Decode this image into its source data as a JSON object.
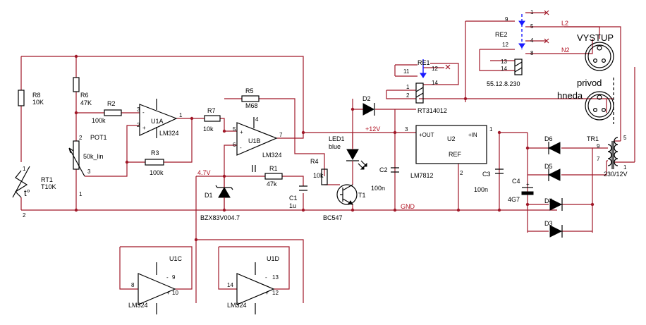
{
  "components": {
    "R8": {
      "ref": "R8",
      "value": "10K"
    },
    "R6": {
      "ref": "R6",
      "value": "47K"
    },
    "R2": {
      "ref": "R2",
      "value": "100k"
    },
    "R3": {
      "ref": "R3",
      "value": "100k"
    },
    "R7": {
      "ref": "R7",
      "value": "10k"
    },
    "R5": {
      "ref": "R5",
      "value": "M68"
    },
    "R1": {
      "ref": "R1",
      "value": "47k"
    },
    "R4": {
      "ref": "R4",
      "value": "10k"
    },
    "POT1": {
      "ref": "POT1",
      "value": "50k_lin"
    },
    "RT1": {
      "ref": "RT1",
      "value": "T10K"
    },
    "D1": {
      "ref": "D1",
      "value": "BZX83V004.7"
    },
    "D2": {
      "ref": "D2"
    },
    "D3": {
      "ref": "D3"
    },
    "D4": {
      "ref": "D4"
    },
    "D5": {
      "ref": "D5"
    },
    "D6": {
      "ref": "D6"
    },
    "LED1": {
      "ref": "LED1",
      "value": "blue"
    },
    "T1": {
      "ref": "T1",
      "value": "BC547"
    },
    "C1": {
      "ref": "C1",
      "value": "1u"
    },
    "C2": {
      "ref": "C2",
      "value": "100n"
    },
    "C3": {
      "ref": "C3",
      "value": "100n"
    },
    "C4": {
      "ref": "C4",
      "value": "4G7"
    },
    "U1A": {
      "ref": "U1A",
      "value": "LM324"
    },
    "U1B": {
      "ref": "U1B",
      "value": "LM324"
    },
    "U1C": {
      "ref": "U1C",
      "value": "LM324"
    },
    "U1D": {
      "ref": "U1D",
      "value": "LM324"
    },
    "U2": {
      "ref": "U2",
      "value": "LM7812",
      "pin_out": "+OUT",
      "pin_in": "+IN",
      "pin_ref": "REF"
    },
    "TR1": {
      "ref": "TR1",
      "value": "230/12V"
    },
    "RE1": {
      "ref": "RE1",
      "value": "RT314012"
    },
    "RE2": {
      "ref": "RE2",
      "value": "55.12.8.230"
    }
  },
  "nets": {
    "v12": "+12V",
    "v47": "4.7V",
    "gnd": "GND",
    "l2": "L2",
    "n2": "N2"
  },
  "labels": {
    "output": "VYSTUP",
    "input": "privod",
    "brown": "hneda",
    "thermistor_symbol": "t°"
  },
  "colors": {
    "wire": "#a01828",
    "relay": "#1a1aff",
    "component": "#000000"
  }
}
